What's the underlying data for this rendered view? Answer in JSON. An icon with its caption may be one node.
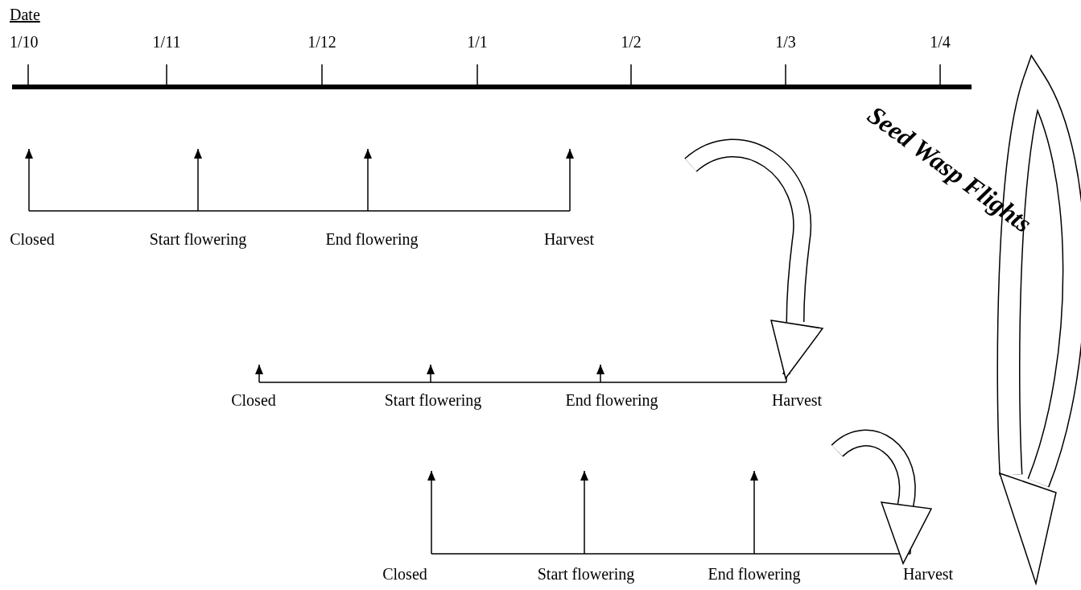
{
  "diagram": {
    "labels": [
      "Date",
      "1/10",
      "1/11",
      "1/12",
      "1/1",
      "1/2",
      "1/3",
      "1/4",
      "Closed",
      "Start flowering",
      "End flowering",
      "Harvest",
      "Seed Wasp Flights",
      "Closed",
      "Start flowering",
      "End flowering",
      "Harvest",
      "Closed",
      "Start flowering",
      "End flowering",
      "Harvest"
    ]
  }
}
